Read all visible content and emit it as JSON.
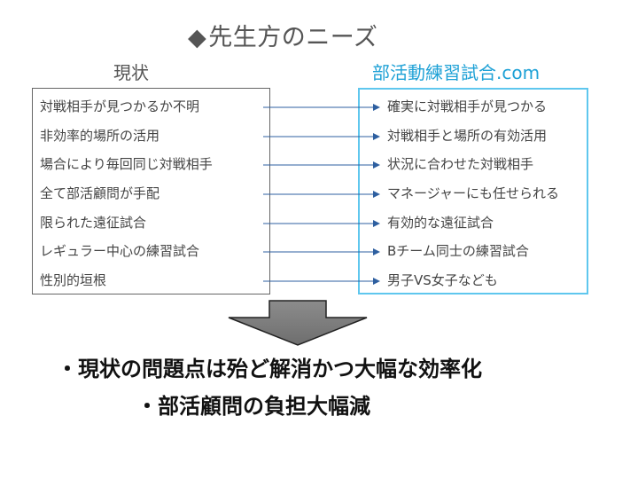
{
  "title": {
    "diamond": "◆",
    "text": "先生方のニーズ"
  },
  "left_column": {
    "heading": "現状",
    "items": [
      "対戦相手が見つかるか不明",
      "非効率的場所の活用",
      "場合により毎回同じ対戦相手",
      "全て部活顧問が手配",
      "限られた遠征試合",
      "レギュラー中心の練習試合",
      "性別的垣根"
    ]
  },
  "right_column": {
    "heading": "部活動練習試合.com",
    "items": [
      "確実に対戦相手が見つかる",
      "対戦相手と場所の有効活用",
      "状況に合わせた対戦相手",
      "マネージャーにも任せられる",
      "有効的な遠征試合",
      "Bチーム同士の練習試合",
      "男子VS女子なども"
    ]
  },
  "conclusions": [
    "・現状の問題点は殆ど解消かつ大幅な効率化",
    "・部活顧問の負担大幅減"
  ],
  "colors": {
    "accent": "#1ea1d6",
    "box_border": "#5fc7ee",
    "arrow": "#2e5fa0",
    "big_arrow_fill": "#7f7f7f"
  }
}
